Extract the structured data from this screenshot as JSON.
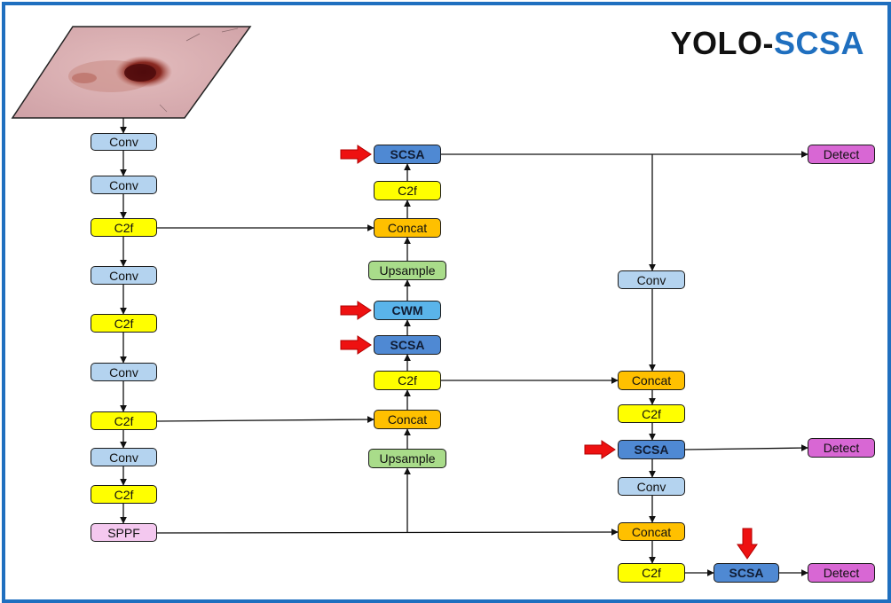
{
  "title": {
    "part1": "YOLO-",
    "part2": "SCSA"
  },
  "colors": {
    "frame": "#1f6fbf",
    "conv": "#b4d3ef",
    "c2f": "#ffff00",
    "sppf": "#f4c8ef",
    "concat": "#ffc000",
    "upsample": "#a9dc8a",
    "scsa": "#4f89d3",
    "cwm": "#5ab4ea",
    "detect": "#d867d4",
    "highlight_arrow": "#ee1111"
  },
  "backbone": {
    "input": "skin-lesion-image",
    "blocks": [
      "Conv",
      "Conv",
      "C2f",
      "Conv",
      "C2f",
      "Conv",
      "C2f",
      "Conv",
      "C2f",
      "SPPF"
    ]
  },
  "neck": {
    "blocks": [
      "SCSA",
      "C2f",
      "Concat",
      "Upsample",
      "CWM",
      "SCSA",
      "C2f",
      "Concat",
      "Upsample"
    ]
  },
  "head": {
    "blocks": [
      "Conv",
      "Concat",
      "C2f",
      "SCSA",
      "Conv",
      "Concat",
      "C2f",
      "SCSA"
    ],
    "outputs": [
      "Detect",
      "Detect",
      "Detect"
    ]
  },
  "highlighted_modules": [
    "SCSA",
    "CWM",
    "SCSA",
    "SCSA",
    "SCSA"
  ]
}
